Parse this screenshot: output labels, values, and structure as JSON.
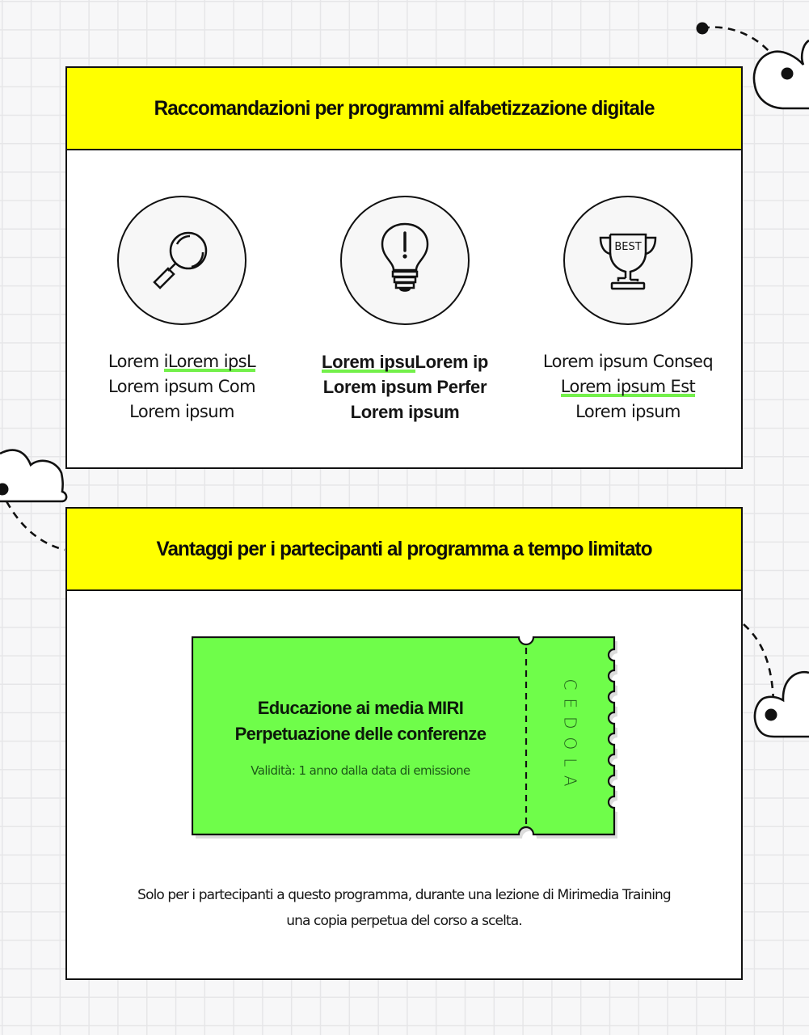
{
  "section1": {
    "title": "Raccomandazioni per programmi alfabetizzazione digitale",
    "features": [
      {
        "icon": "magnifying-glass-icon",
        "style": "regular",
        "lines": [
          "Lorem ",
          "iLorem ipsL",
          "Lorem ipsum Com",
          "Lorem ipsum"
        ],
        "highlight": "iLorem ipsL"
      },
      {
        "icon": "lightbulb-exclamation-icon",
        "style": "bold",
        "lines": [
          "Lorem ipsu",
          "Lorem ip",
          "Lorem ipsum Perfer",
          "Lorem ipsum"
        ],
        "highlight": "Lorem ipsu"
      },
      {
        "icon": "trophy-best-icon",
        "icon_label": "BEST",
        "style": "regular",
        "lines": [
          "Lorem ipsum Conseq",
          "Lorem ipsum Est",
          "Lorem ipsum"
        ],
        "highlight": "Lorem ipsum Est"
      }
    ]
  },
  "section2": {
    "title": "Vantaggi per i partecipanti al programma a tempo limitato",
    "ticket": {
      "title_line1": "Educazione ai media MIRI",
      "title_line2": "Perpetuazione delle conferenze",
      "validity": "Validità: 1 anno dalla data di emissione",
      "stub_label": "CEDOLA"
    },
    "note_line1": "Solo per i partecipanti a questo programma, durante una lezione di Mirimedia Training",
    "note_line2": "una copia perpetua del corso a scelta."
  },
  "colors": {
    "header_yellow": "#ffff00",
    "ticket_green": "#6ffd4a",
    "highlight_green": "#73f04a",
    "border": "#111111",
    "background": "#f7f7f8"
  }
}
